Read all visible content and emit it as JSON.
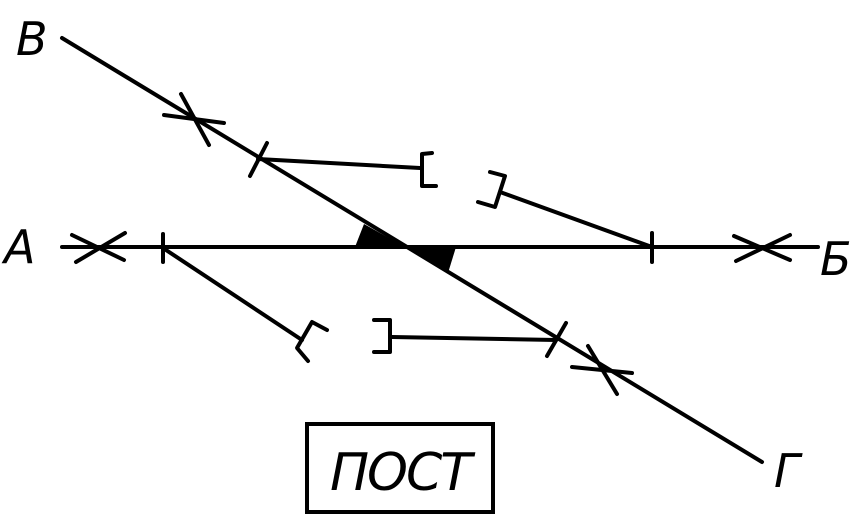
{
  "labels": {
    "a": "А",
    "b": "Б",
    "v": "В",
    "g": "Г"
  },
  "post": {
    "label": "ПОСТ"
  },
  "colors": {
    "stroke": "#000000",
    "background": "#ffffff"
  }
}
